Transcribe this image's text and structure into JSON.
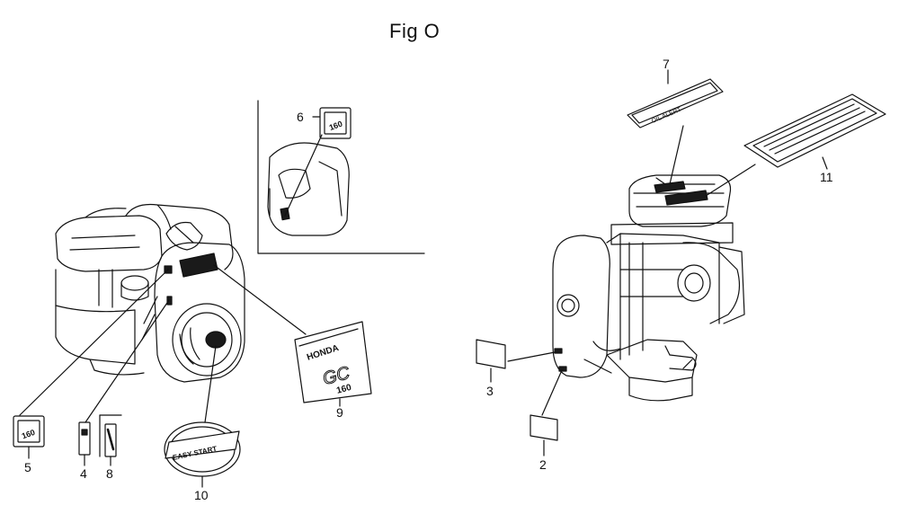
{
  "figure": {
    "title": "Fig O"
  },
  "callouts": {
    "c2": "2",
    "c3": "3",
    "c4": "4",
    "c5": "5",
    "c6": "6",
    "c7": "7",
    "c8": "8",
    "c9": "9",
    "c10": "10",
    "c11": "11"
  },
  "labels": {
    "nameplate_brand": "HONDA",
    "nameplate_model": "GC",
    "nameplate_disp": "160",
    "emblem_text": "EASY START",
    "oil_alert_text": "OIL ALERT",
    "decal_160": "160"
  },
  "colors": {
    "line": "#111111",
    "fill_dark": "#1a1a1a",
    "bg": "#ffffff"
  }
}
